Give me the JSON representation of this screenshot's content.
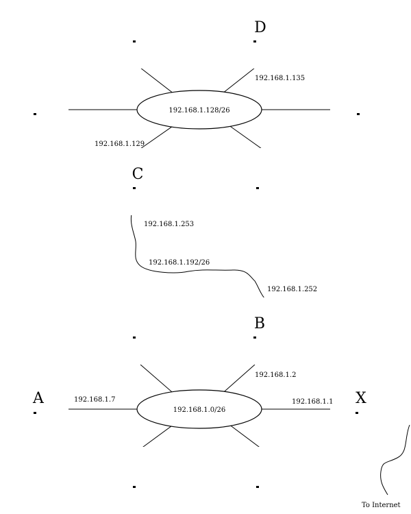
{
  "networks": {
    "top": {
      "label": "192.168.1.128/26"
    },
    "middle": {
      "label": "192.168.1.192/26"
    },
    "bottom": {
      "label": "192.168.1.0/26"
    }
  },
  "computers": {
    "D": {
      "letter": "D",
      "ip": "192.168.1.135"
    },
    "C": {
      "letter": "C",
      "ip_top": "192.168.1.129",
      "ip_bottom": "192.168.1.253"
    },
    "B": {
      "letter": "B",
      "ip_top": "192.168.1.252",
      "ip_bottom": "192.168.1.2"
    },
    "A": {
      "letter": "A",
      "ip": "192.168.1.7"
    },
    "X": {
      "letter": "X",
      "ip": "192.168.1.1"
    }
  },
  "internet_label": "To Internet"
}
